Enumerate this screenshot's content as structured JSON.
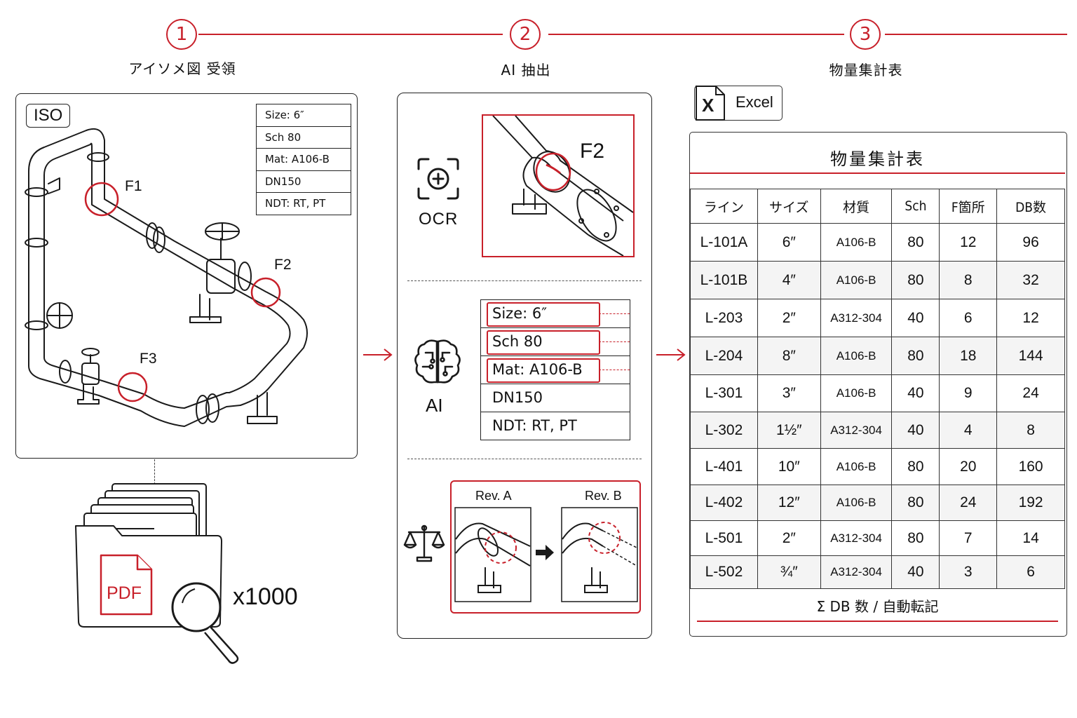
{
  "steps": [
    {
      "num": "1",
      "label": "アイソメ図 受領"
    },
    {
      "num": "2",
      "label": "AI 抽出"
    },
    {
      "num": "3",
      "label": "物量集計表"
    }
  ],
  "iso_panel": {
    "tag": "ISO",
    "spec_rows": [
      "Size:  6″",
      "Sch 80",
      "Mat: A106-B",
      "DN150",
      "NDT: RT, PT"
    ],
    "weld_labels": [
      "F1",
      "F2",
      "F3"
    ]
  },
  "documents": {
    "file_type": "PDF",
    "count": "x1000"
  },
  "ai_panel": {
    "ocr_label": "OCR",
    "ocr_crop_label": "F2",
    "ai_label": "AI",
    "tag_rows": [
      {
        "text": "Size:   6″",
        "highlight": true
      },
      {
        "text": "Sch  80",
        "highlight": true
      },
      {
        "text": "Mat:  A106-B",
        "highlight": true
      },
      {
        "text": "DN150",
        "highlight": false
      },
      {
        "text": "NDT: RT, PT",
        "highlight": false
      }
    ],
    "rev_a": "Rev. A",
    "rev_b": "Rev. B"
  },
  "excel": {
    "icon_letter": "X",
    "label": "Excel"
  },
  "bom_table": {
    "title": "物量集計表",
    "headers": [
      "ライン",
      "サイズ",
      "材質",
      "Sch",
      "F箇所",
      "DB数"
    ],
    "rows": [
      [
        "L-101A",
        "6″",
        "A106-B",
        "80",
        "12",
        "96"
      ],
      [
        "L-101B",
        "4″",
        "A106-B",
        "80",
        "8",
        "32"
      ],
      [
        "L-203",
        "2″",
        "A312-304",
        "40",
        "6",
        "12"
      ],
      [
        "L-204",
        "8″",
        "A106-B",
        "80",
        "18",
        "144"
      ],
      [
        "L-301",
        "3″",
        "A106-B",
        "40",
        "9",
        "24"
      ],
      [
        "L-302",
        "1½″",
        "A312-304",
        "40",
        "4",
        "8"
      ],
      [
        "L-401",
        "10″",
        "A106-B",
        "80",
        "20",
        "160"
      ],
      [
        "L-402",
        "12″",
        "A106-B",
        "80",
        "24",
        "192"
      ],
      [
        "L-501",
        "2″",
        "A312-304",
        "80",
        "7",
        "14"
      ],
      [
        "L-502",
        "¾″",
        "A312-304",
        "40",
        "3",
        "6"
      ]
    ],
    "footer": "Σ DB 数  /  自動転記"
  },
  "colors": {
    "accent": "#c8202a",
    "line": "#222222"
  }
}
